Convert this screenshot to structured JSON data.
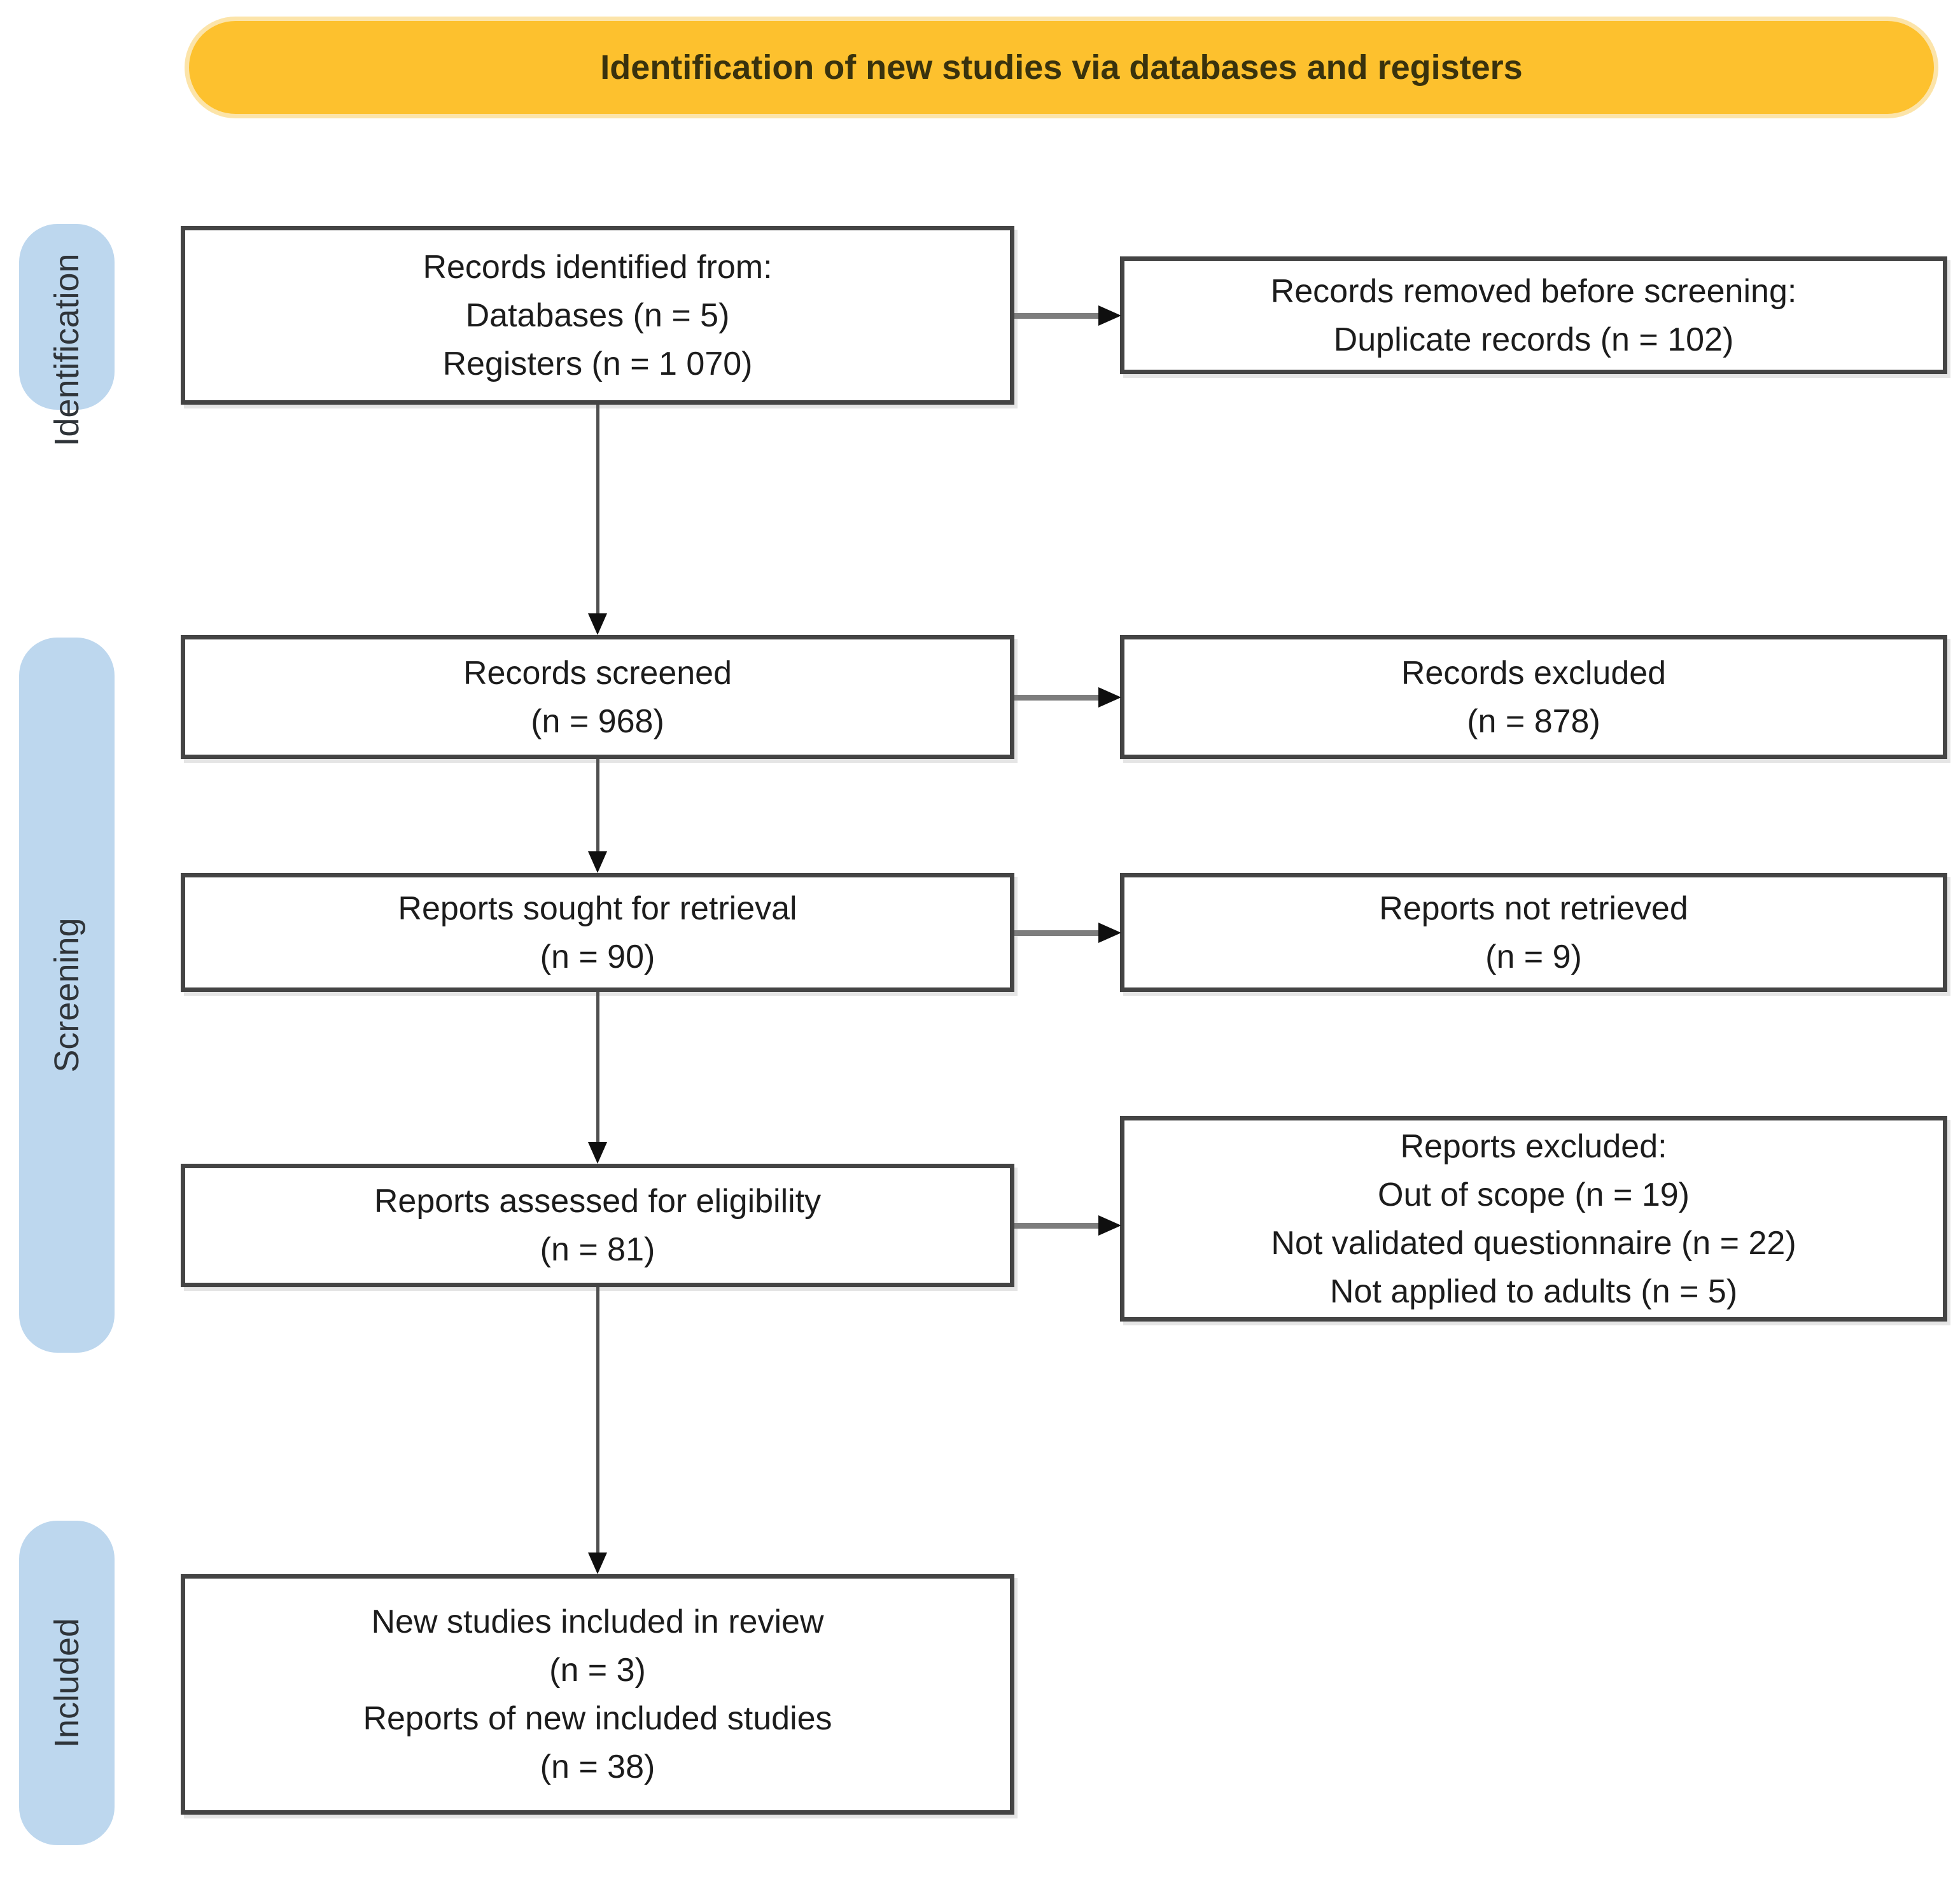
{
  "banner": {
    "label": "Identification of new studies via databases and registers"
  },
  "stages": [
    {
      "id": "identification",
      "label": "Identification"
    },
    {
      "id": "screening",
      "label": "Screening"
    },
    {
      "id": "included",
      "label": "Included"
    }
  ],
  "boxes": [
    {
      "id": "records-identified",
      "lines": [
        "Records identified from:",
        "Databases (n = 5)",
        "Registers (n = 1 070)"
      ]
    },
    {
      "id": "records-removed",
      "lines": [
        "Records removed before screening:",
        "Duplicate records (n = 102)"
      ]
    },
    {
      "id": "records-screened",
      "lines": [
        "Records screened",
        "(n = 968)"
      ]
    },
    {
      "id": "records-excluded",
      "lines": [
        "Records excluded",
        "(n = 878)"
      ]
    },
    {
      "id": "reports-sought",
      "lines": [
        "Reports sought for retrieval",
        "(n = 90)"
      ]
    },
    {
      "id": "reports-not-retrieved",
      "lines": [
        "Reports not retrieved",
        "(n = 9)"
      ]
    },
    {
      "id": "reports-assessed",
      "lines": [
        "Reports assessed for eligibility",
        "(n = 81)"
      ]
    },
    {
      "id": "reports-excluded",
      "lines": [
        "Reports excluded:",
        "Out of scope (n = 19)",
        "Not validated questionnaire (n = 22)",
        "Not applied to adults (n = 5)"
      ]
    },
    {
      "id": "new-studies",
      "lines": [
        "New studies included in review",
        "(n = 3)",
        "Reports of new included studies",
        "(n = 38)"
      ]
    }
  ],
  "colors": {
    "banner_fill": "#FDC12E",
    "banner_halo": "#FCE4A9",
    "banner_text": "#39320D",
    "stage_fill": "#BDD7EE",
    "stage_text": "#2F3439",
    "box_border": "#444444",
    "box_bg": "#FFFFFF",
    "text": "#1C1C1C",
    "arrow_line_h": "#7D7D7D",
    "arrow_line_v": "#4F4F4F",
    "arrowhead": "#0F0F0F"
  }
}
